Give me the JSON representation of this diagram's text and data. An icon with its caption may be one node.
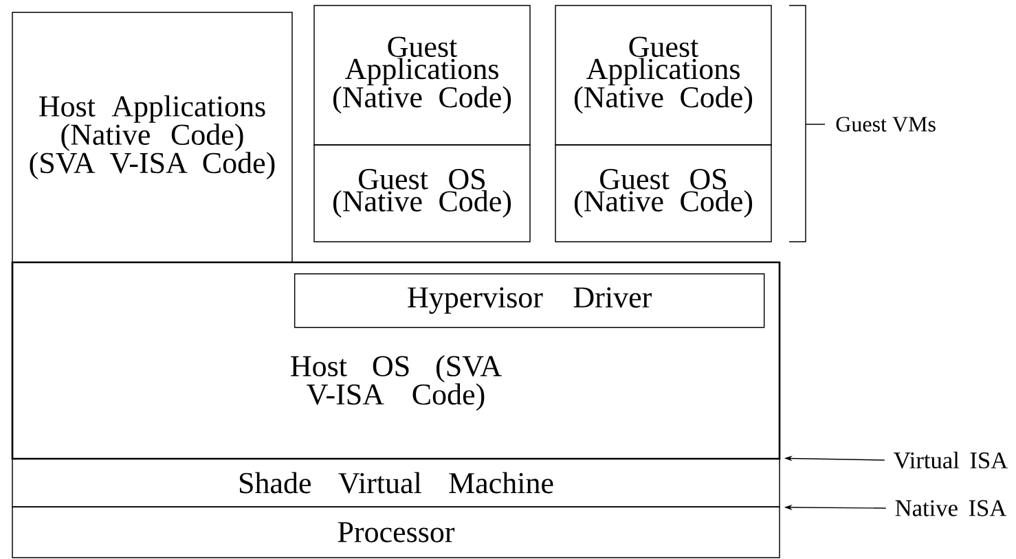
{
  "diagram": {
    "nodes": [
      {
        "text": [
          "Host Applications (Native Code) (SVA V-ISA Code)"
        ]
      },
      {
        "text": [
          "Guest Applications (Native Code)"
        ]
      },
      {
        "text": [
          "Guest OS (Native Code)"
        ]
      },
      {
        "text": [
          "Guest Applications (Native Code)"
        ]
      },
      {
        "text": [
          "Guest OS (Native Code)"
        ]
      },
      {
        "text": [
          "Host OS (SVA V-ISA Code)"
        ]
      },
      {
        "text": [
          "Hypervisor Driver"
        ],
        "in": 5
      },
      {
        "text": [
          "Shade Virtual Machine"
        ]
      },
      {
        "text": [
          "Processor"
        ]
      },
      {
        "text": [
          "Virtual ISA"
        ]
      },
      {
        "text": [
          "Native ISA"
        ]
      }
    ],
    "edges": [
      {
        "from": 9,
        "to": 7,
        "arrow": "to"
      },
      {
        "from": 10,
        "to": 7,
        "arrow": "to"
      }
    ],
    "labels": [
      "Guest VMs"
    ]
  }
}
